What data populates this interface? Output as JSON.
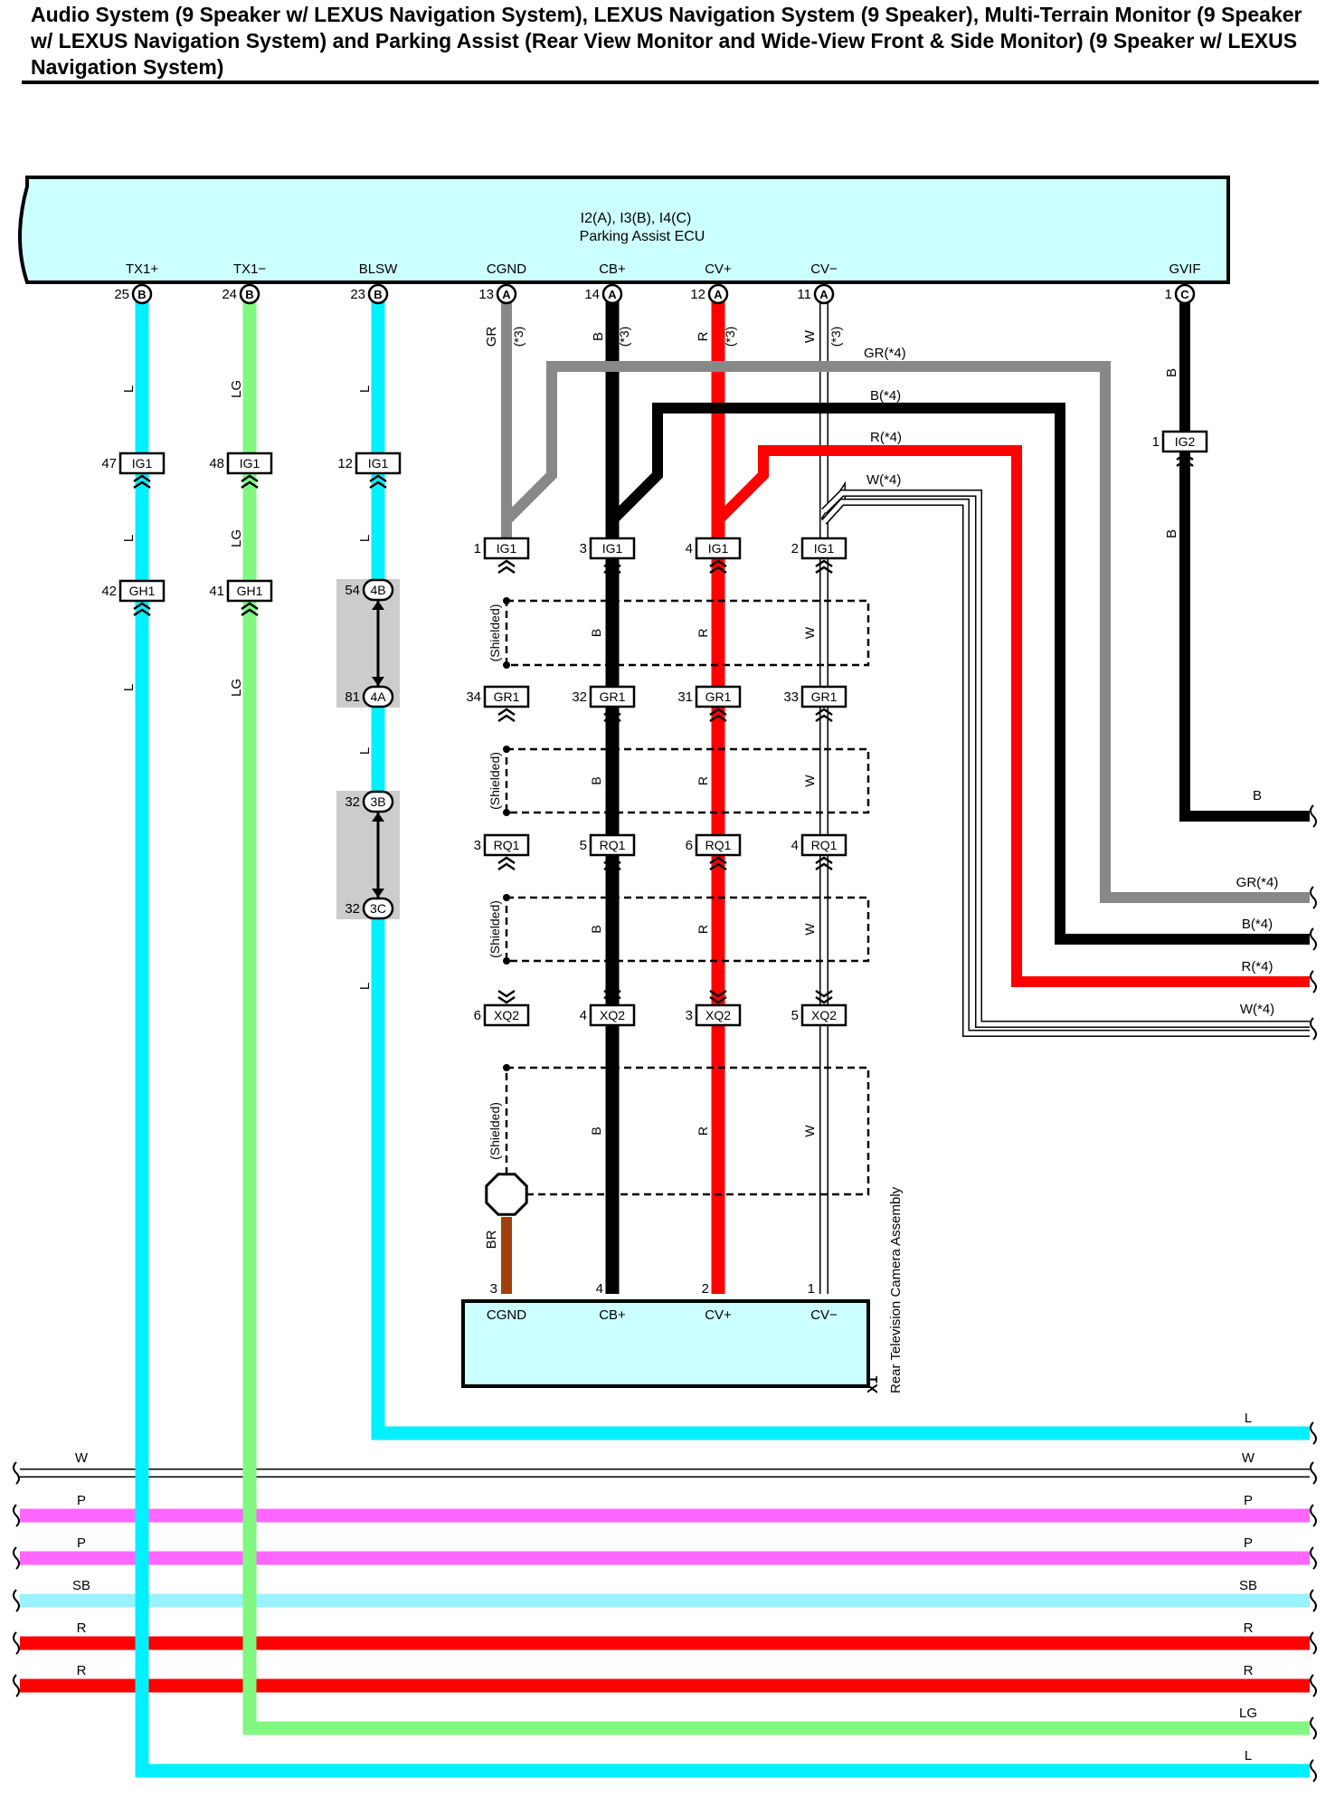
{
  "title": "Audio System (9 Speaker w/ LEXUS Navigation System), LEXUS Navigation System (9 Speaker), Multi-Terrain Monitor (9 Speaker w/ LEXUS Navigation System) and Parking Assist (Rear View Monitor and Wide-View Front & Side Monitor) (9 Speaker w/ LEXUS Navigation System)",
  "colors": {
    "L": "#00f0ff",
    "LG": "#80f880",
    "GR": "#888888",
    "B": "#000000",
    "R": "#ff0000",
    "W": "#ffffff",
    "P": "#ff66ff",
    "SB": "#99f2ff",
    "BR": "#a0400c",
    "ecu_fill": "#ccffff",
    "junction_fill": "#cccccc"
  },
  "ecu": {
    "codes": "I2(A), I3(B), I4(C)",
    "name": "Parking Assist ECU",
    "pins": [
      {
        "label": "TX1+",
        "pin": "25",
        "conn": "B"
      },
      {
        "label": "TX1−",
        "pin": "24",
        "conn": "B"
      },
      {
        "label": "BLSW",
        "pin": "23",
        "conn": "B"
      },
      {
        "label": "CGND",
        "pin": "13",
        "conn": "A"
      },
      {
        "label": "CB+",
        "pin": "14",
        "conn": "A"
      },
      {
        "label": "CV+",
        "pin": "12",
        "conn": "A"
      },
      {
        "label": "CV−",
        "pin": "11",
        "conn": "A"
      },
      {
        "label": "GVIF",
        "pin": "1",
        "conn": "C"
      }
    ]
  },
  "camera": {
    "code": "X1",
    "name": "Rear Television Camera Assembly",
    "pins": [
      {
        "label": "CGND",
        "pin": "3"
      },
      {
        "label": "CB+",
        "pin": "4"
      },
      {
        "label": "CV+",
        "pin": "2"
      },
      {
        "label": "CV−",
        "pin": "1"
      }
    ]
  },
  "note_3": "(*3)",
  "shielded": "(Shielded)",
  "wire_labels": {
    "L": "L",
    "LG": "LG",
    "GR": "GR",
    "B": "B",
    "R": "R",
    "W": "W",
    "BR": "BR",
    "GR4": "GR(*4)",
    "B4": "B(*4)",
    "R4": "R(*4)",
    "W4": "W(*4)"
  },
  "connectors": {
    "tx_plus": [
      {
        "name": "IG1",
        "pin": "47"
      },
      {
        "name": "GH1",
        "pin": "42"
      }
    ],
    "tx_minus": [
      {
        "name": "IG1",
        "pin": "48"
      },
      {
        "name": "GH1",
        "pin": "41"
      }
    ],
    "blsw": [
      {
        "name": "IG1",
        "pin": "12"
      }
    ],
    "gvif": [
      {
        "name": "IG2",
        "pin": "1"
      }
    ],
    "rows": [
      {
        "name": "IG1",
        "pins": [
          "1",
          "3",
          "4",
          "2"
        ]
      },
      {
        "name": "GR1",
        "pins": [
          "34",
          "32",
          "31",
          "33"
        ]
      },
      {
        "name": "RQ1",
        "pins": [
          "3",
          "5",
          "6",
          "4"
        ]
      },
      {
        "name": "XQ2",
        "pins": [
          "6",
          "4",
          "3",
          "5"
        ]
      }
    ],
    "junctions": [
      {
        "top": "4B",
        "top_pin": "54",
        "bottom": "4A",
        "bottom_pin": "81"
      },
      {
        "top": "3B",
        "top_pin": "32",
        "bottom": "3C",
        "bottom_pin": "32"
      }
    ]
  },
  "right_ends": [
    "B",
    "GR(*4)",
    "B(*4)",
    "R(*4)",
    "W(*4)"
  ],
  "bus": [
    {
      "color": "W",
      "left": "W",
      "right": "W"
    },
    {
      "color": "P",
      "left": "P",
      "right": "P"
    },
    {
      "color": "P",
      "left": "P",
      "right": "P"
    },
    {
      "color": "SB",
      "left": "SB",
      "right": "SB"
    },
    {
      "color": "R",
      "left": "R",
      "right": "R"
    },
    {
      "color": "R",
      "left": "R",
      "right": "R"
    }
  ],
  "bottom_ends": [
    "L",
    "LG",
    "L"
  ]
}
